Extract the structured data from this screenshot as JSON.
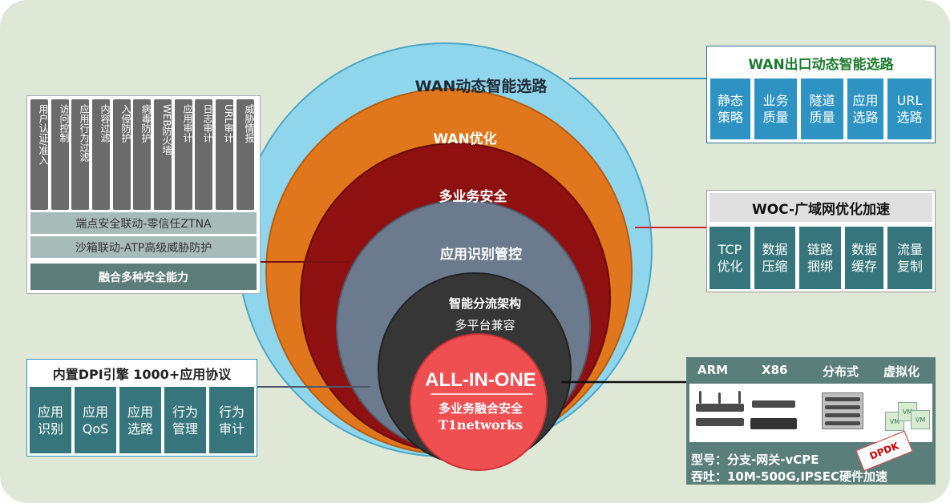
{
  "circles": {
    "wan_routing": "WAN动态智能选路",
    "wan_opt": "WAN优化",
    "multi_security": "多业务安全",
    "app_control": "应用识别管控",
    "arch": "智能分流架构",
    "arch_sub": "多平台兼容",
    "allinone": "ALL-IN-ONE",
    "allinone_sub": "多业务融合安全",
    "brand": "T1networks"
  },
  "left_panel": {
    "columns": [
      "用户认证/准入",
      "访问控制",
      "应用行为过滤",
      "内容过滤",
      "入侵防护",
      "病毒防护",
      "WEB防火墙",
      "应用审计",
      "日志审计",
      "URL审计",
      "威胁情报"
    ],
    "bar1": "端点安全联动-零信任ZTNA",
    "bar2": "沙箱联动-ATP高级威胁防护",
    "footer": "融合多种安全能力"
  },
  "wan_panel": {
    "title": "WAN出口动态智能选路",
    "cells": [
      "静态策略",
      "业务质量",
      "隧道质量",
      "应用选路",
      "URL选路"
    ]
  },
  "woc_panel": {
    "title": "WOC-广域网优化加速",
    "cells": [
      "TCP优化",
      "数据压缩",
      "链路捆绑",
      "数据缓存",
      "流量复制"
    ]
  },
  "dpi_panel": {
    "title": "内置DPI引擎 1000+应用协议",
    "cells": [
      "应用识别",
      "应用QoS",
      "应用选路",
      "行为管理",
      "行为审计"
    ]
  },
  "hw_panel": {
    "labels": [
      "ARM",
      "X86",
      "分布式",
      "虚拟化"
    ],
    "badge": "DPDK",
    "vm": "VM",
    "model": "型号：分支-网关-vCPE",
    "throughput": "吞吐：10M-500G,IPSEC硬件加速"
  },
  "colors": {
    "outer": "#8fd6ec",
    "orange": "#e0771c",
    "darkred": "#8e1010",
    "slate": "#6b7a8d",
    "dark": "#363636",
    "center": "#f04f52"
  }
}
